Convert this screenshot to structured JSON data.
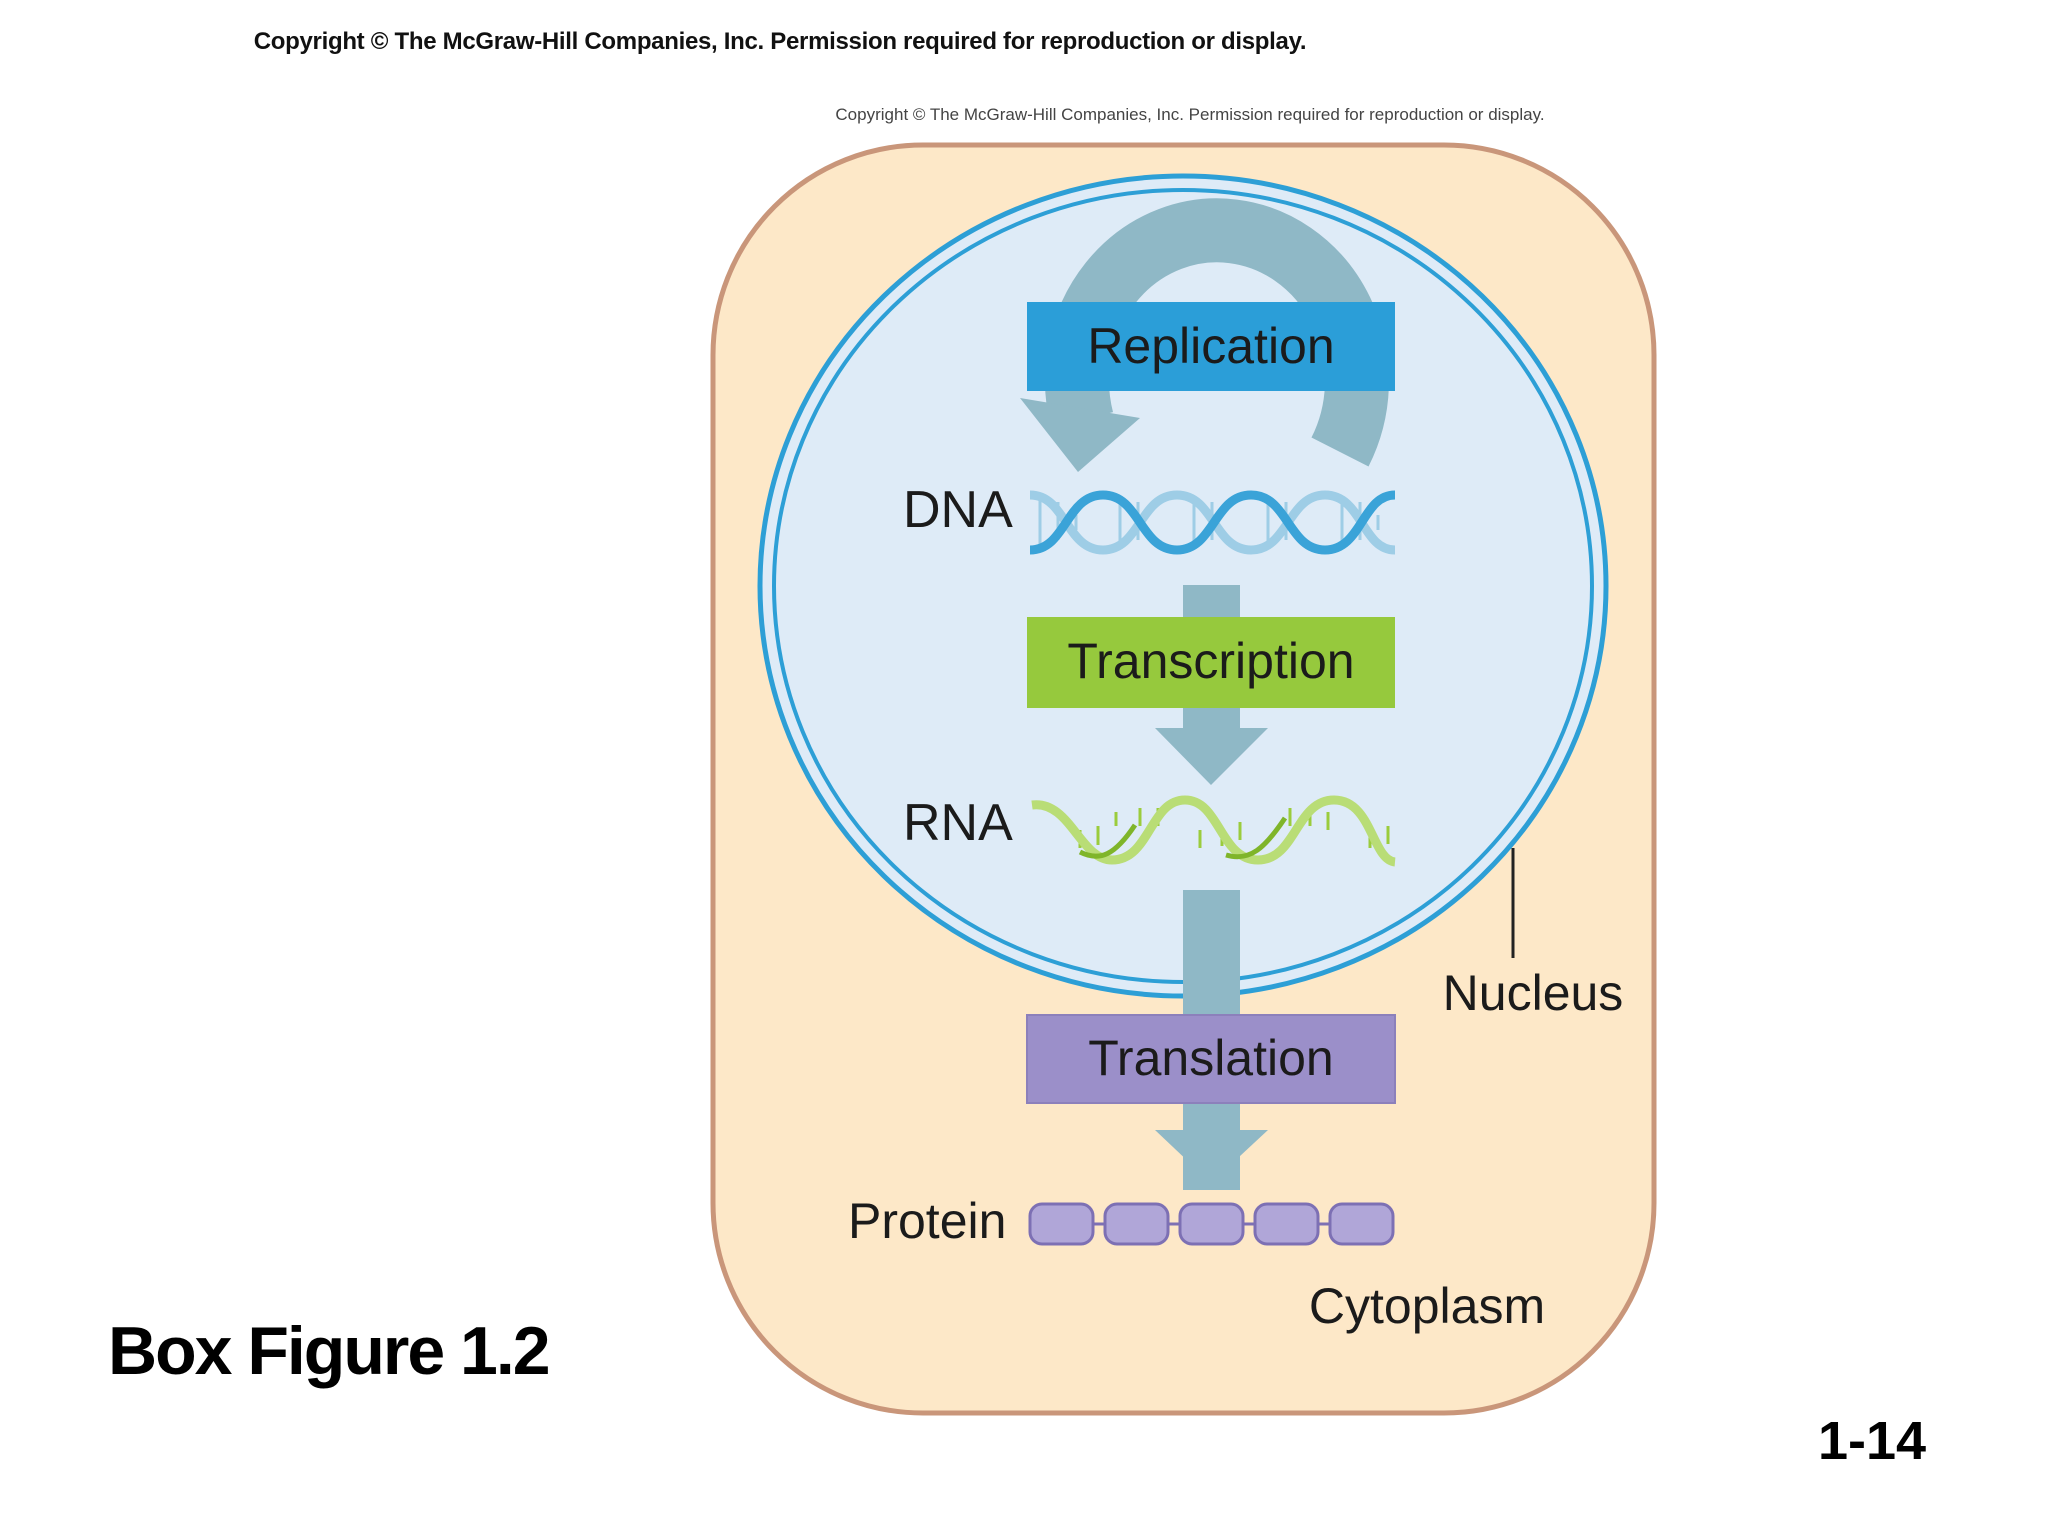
{
  "header": {
    "copyright": "Copyright  © The McGraw-Hill Companies, Inc.  Permission required for reproduction or display."
  },
  "figure": {
    "copyright": "Copyright © The McGraw-Hill Companies, Inc. Permission required for reproduction or display.",
    "labels": {
      "replication": "Replication",
      "dna": "DNA",
      "transcription": "Transcription",
      "rna": "RNA",
      "translation": "Translation",
      "protein": "Protein",
      "nucleus": "Nucleus",
      "cytoplasm": "Cytoplasm"
    },
    "colors": {
      "cell_fill": "#fde8c8",
      "cell_border": "#c9967a",
      "nucleus_fill": "#deebf7",
      "nucleus_border": "#2d9fd6",
      "arrow": "#8fb8c6",
      "replication_box": "#2b9ed8",
      "transcription_box": "#96c93d",
      "translation_box": "#9b8fc9",
      "dna_strand": "#3aa3d8",
      "rna_strand": "#9bcc3c",
      "protein_bead": "#b0a6d8"
    }
  },
  "footer": {
    "figure_label": "Box Figure 1.2",
    "page_number": "1-14"
  }
}
